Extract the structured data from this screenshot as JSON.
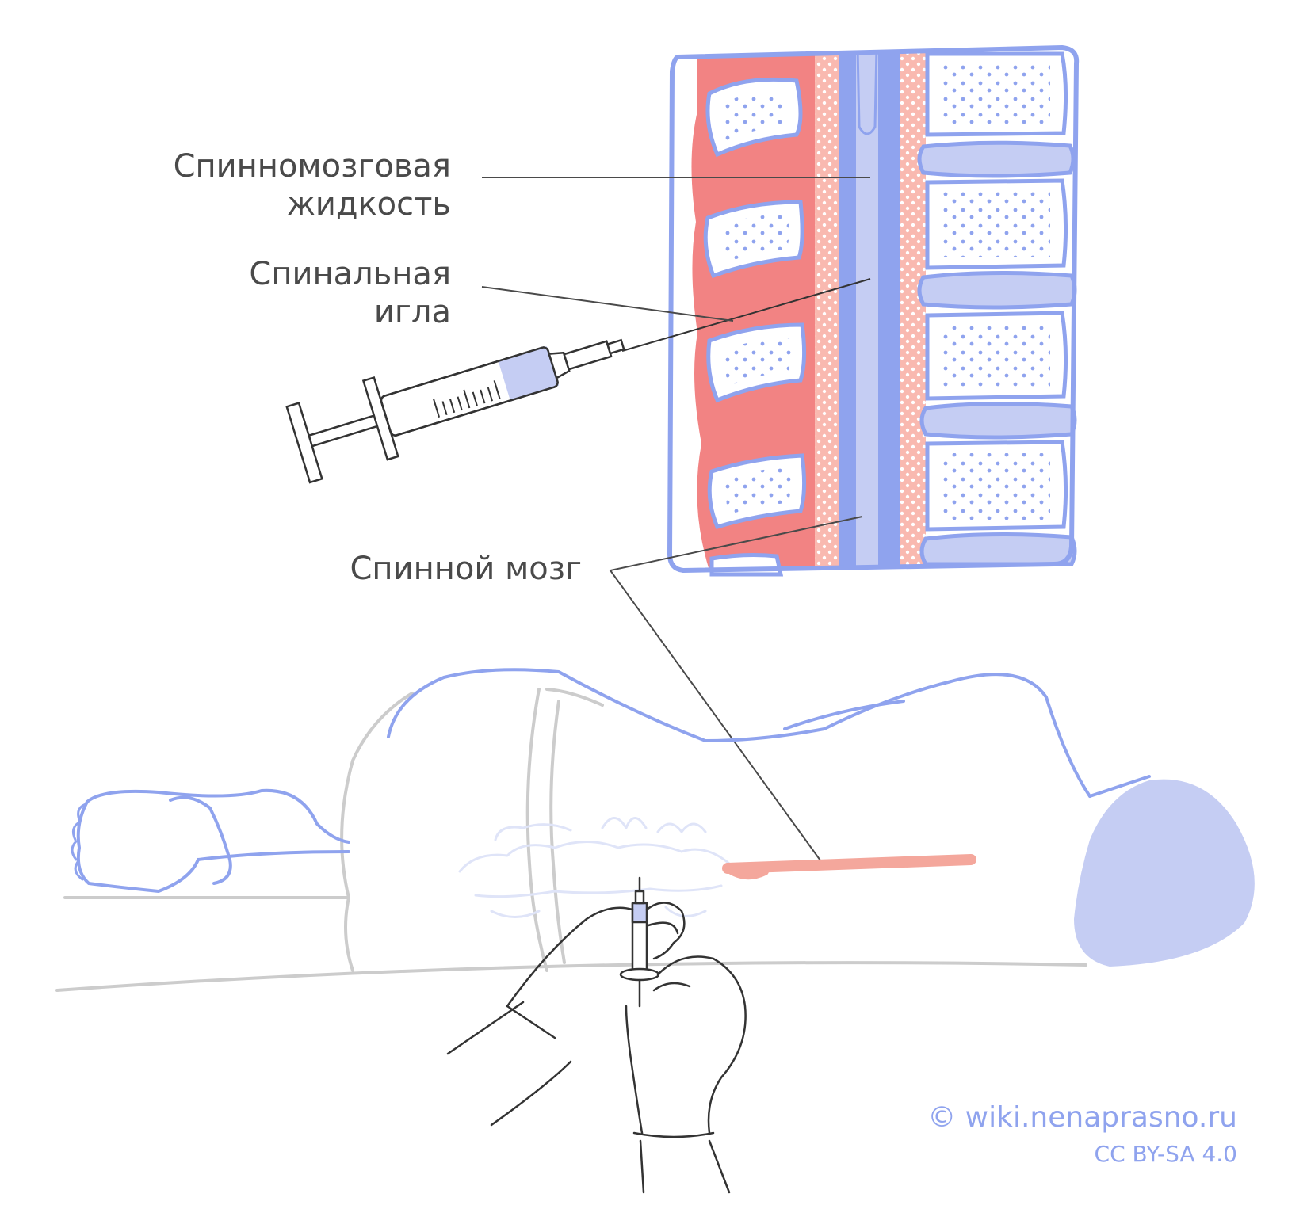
{
  "labels": {
    "csf": [
      "Спинномозговая",
      "жидкость"
    ],
    "needle": [
      "Спинальная",
      "игла"
    ],
    "cord": "Спинной мозг"
  },
  "credit": {
    "site": "© wiki.nenaprasno.ru",
    "license": "CC BY-SA 4.0"
  },
  "colors": {
    "outline": "#8fa3ee",
    "tissue": "#f28383",
    "fat": "#f9b9b0",
    "bone": "#ffffff",
    "disc": "#c5cdf3",
    "canal": "#8fa3ee",
    "cord_line": "#f4a79c",
    "head": "#c5cdf3",
    "gray": "#cccccc",
    "ink": "#333333"
  }
}
